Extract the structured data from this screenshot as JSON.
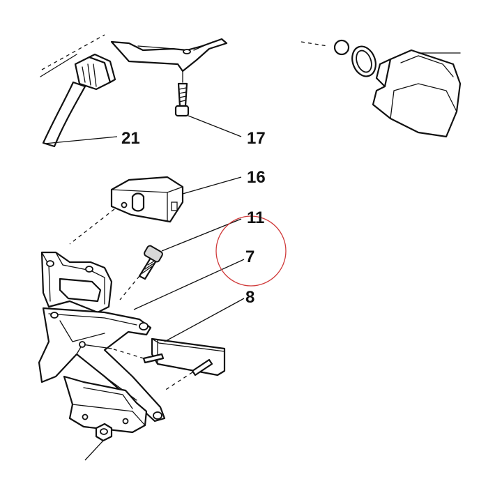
{
  "callouts": {
    "c21": "21",
    "c17": "17",
    "c16": "16",
    "c11": "11",
    "c7": "7",
    "c8": "8"
  },
  "highlight_color": "#d03a3a",
  "line_color": "#111111"
}
